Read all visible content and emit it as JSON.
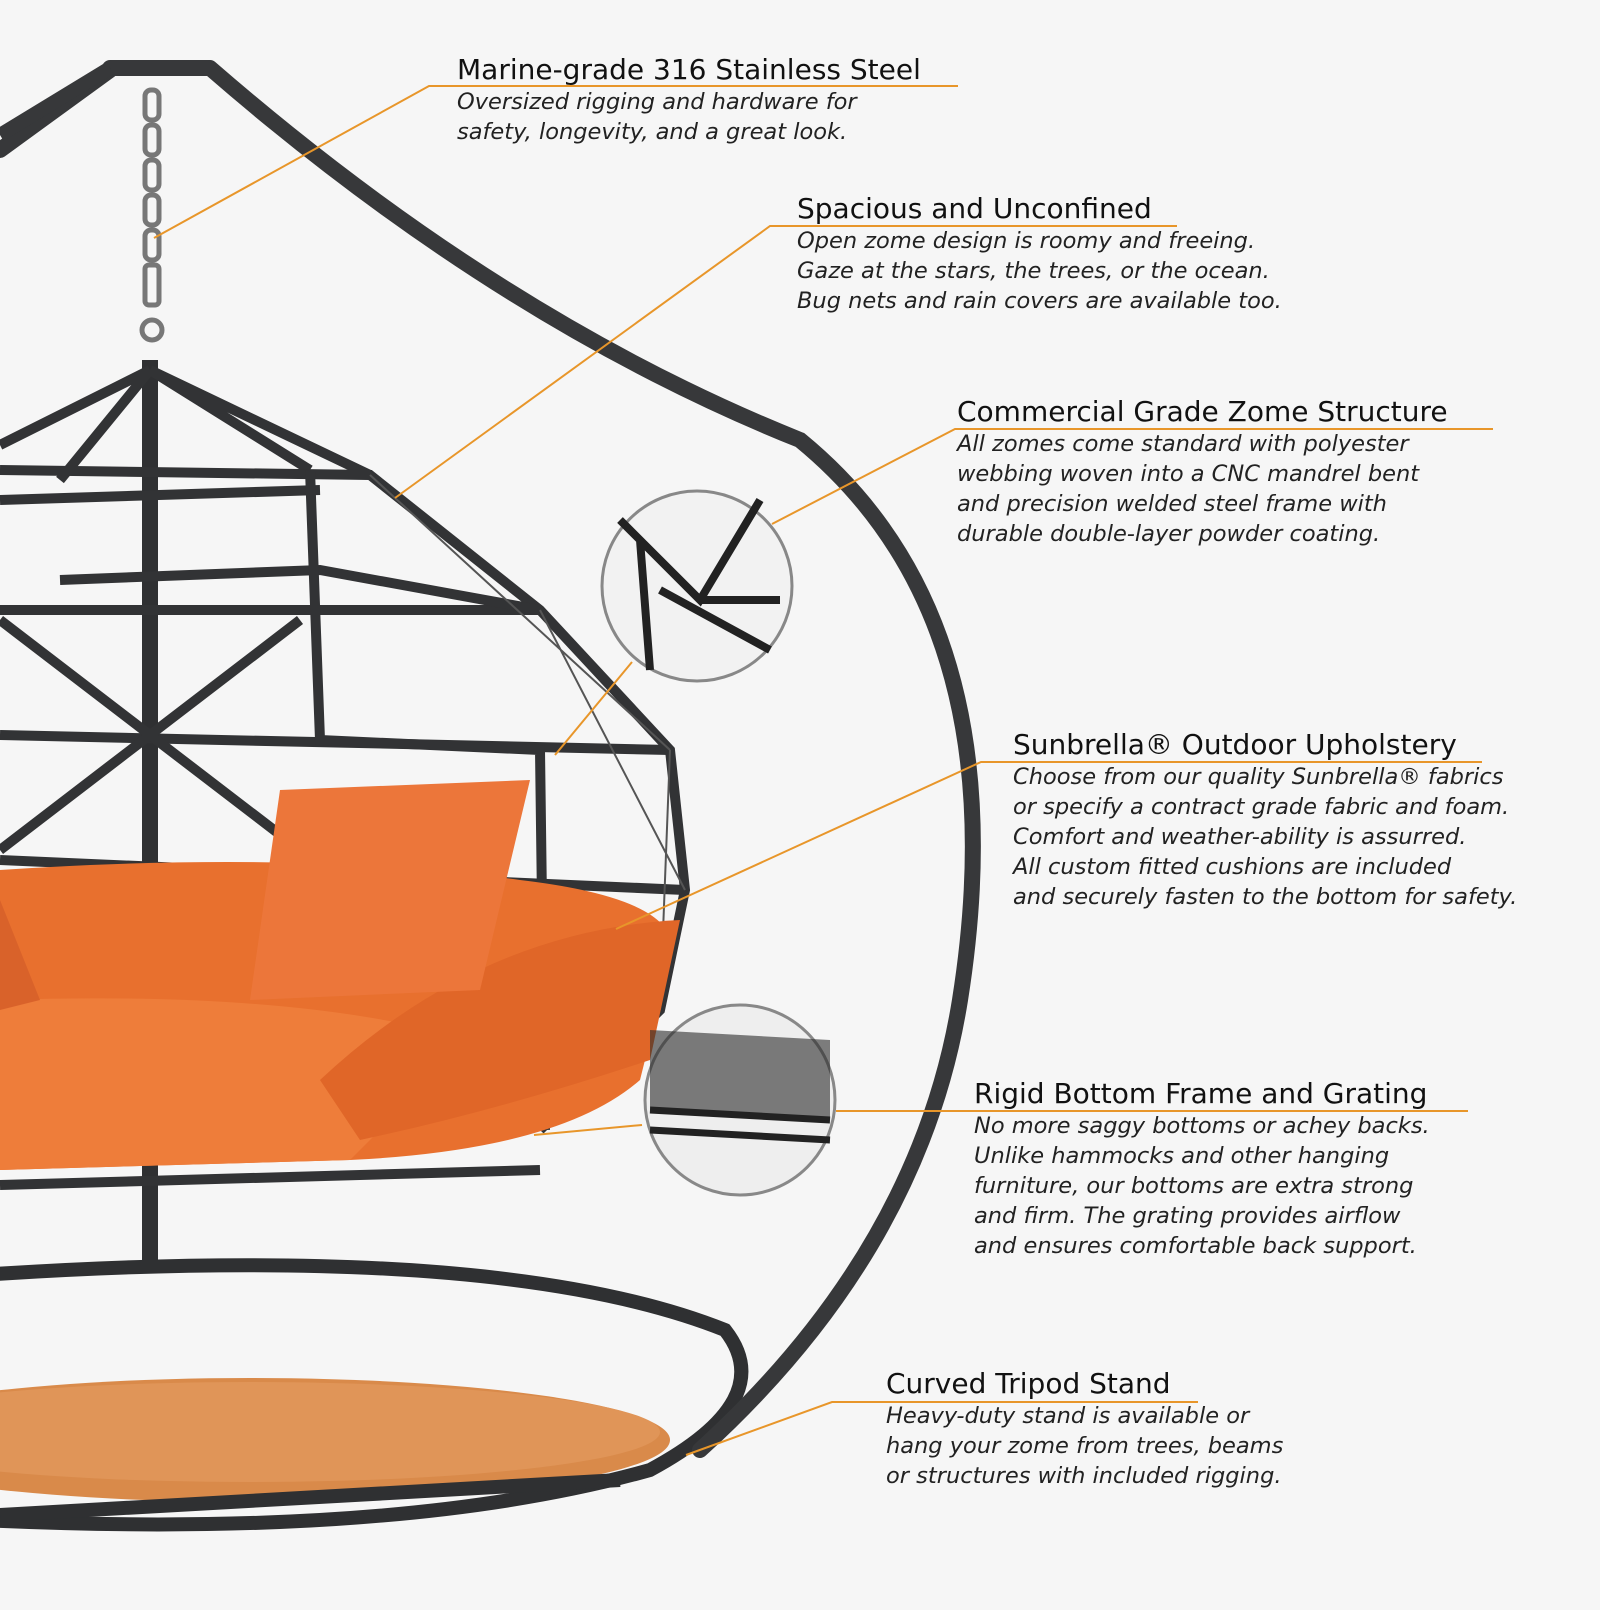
{
  "colors": {
    "accent": "#e8962a",
    "frame": "#3a3b3d",
    "cushion": "#e8702e",
    "wood": "#d98a4a",
    "background": "#f6f6f6"
  },
  "callouts": [
    {
      "title": "Marine-grade 316 Stainless Steel",
      "lines": [
        "Oversized rigging and hardware for",
        "safety, longevity, and a great look."
      ]
    },
    {
      "title": "Spacious and Unconfined",
      "lines": [
        "Open zome design is roomy and freeing.",
        "Gaze at the stars, the trees, or the ocean.",
        "Bug nets and rain covers are available too."
      ]
    },
    {
      "title": "Commercial Grade Zome Structure",
      "lines": [
        "All zomes come standard with polyester",
        "webbing woven into a CNC mandrel bent",
        "and precision welded steel frame with",
        "durable double-layer powder coating."
      ]
    },
    {
      "title": "Sunbrella® Outdoor Upholstery",
      "lines": [
        "Choose from our quality Sunbrella® fabrics",
        "or specify a contract grade fabric and foam.",
        "Comfort and weather-ability is assurred.",
        "All custom fitted cushions are included",
        "and securely fasten to the bottom for safety."
      ]
    },
    {
      "title": "Rigid Bottom Frame and Grating",
      "lines": [
        "No more saggy bottoms or achey backs.",
        "Unlike hammocks and other hanging",
        "furniture, our bottoms are extra strong",
        "and firm. The grating provides airflow",
        "and ensures comfortable back support."
      ]
    },
    {
      "title": "Curved Tripod Stand",
      "lines": [
        "Heavy-duty stand is available or",
        "hang your zome from trees, beams",
        "or structures with included rigging."
      ]
    }
  ]
}
